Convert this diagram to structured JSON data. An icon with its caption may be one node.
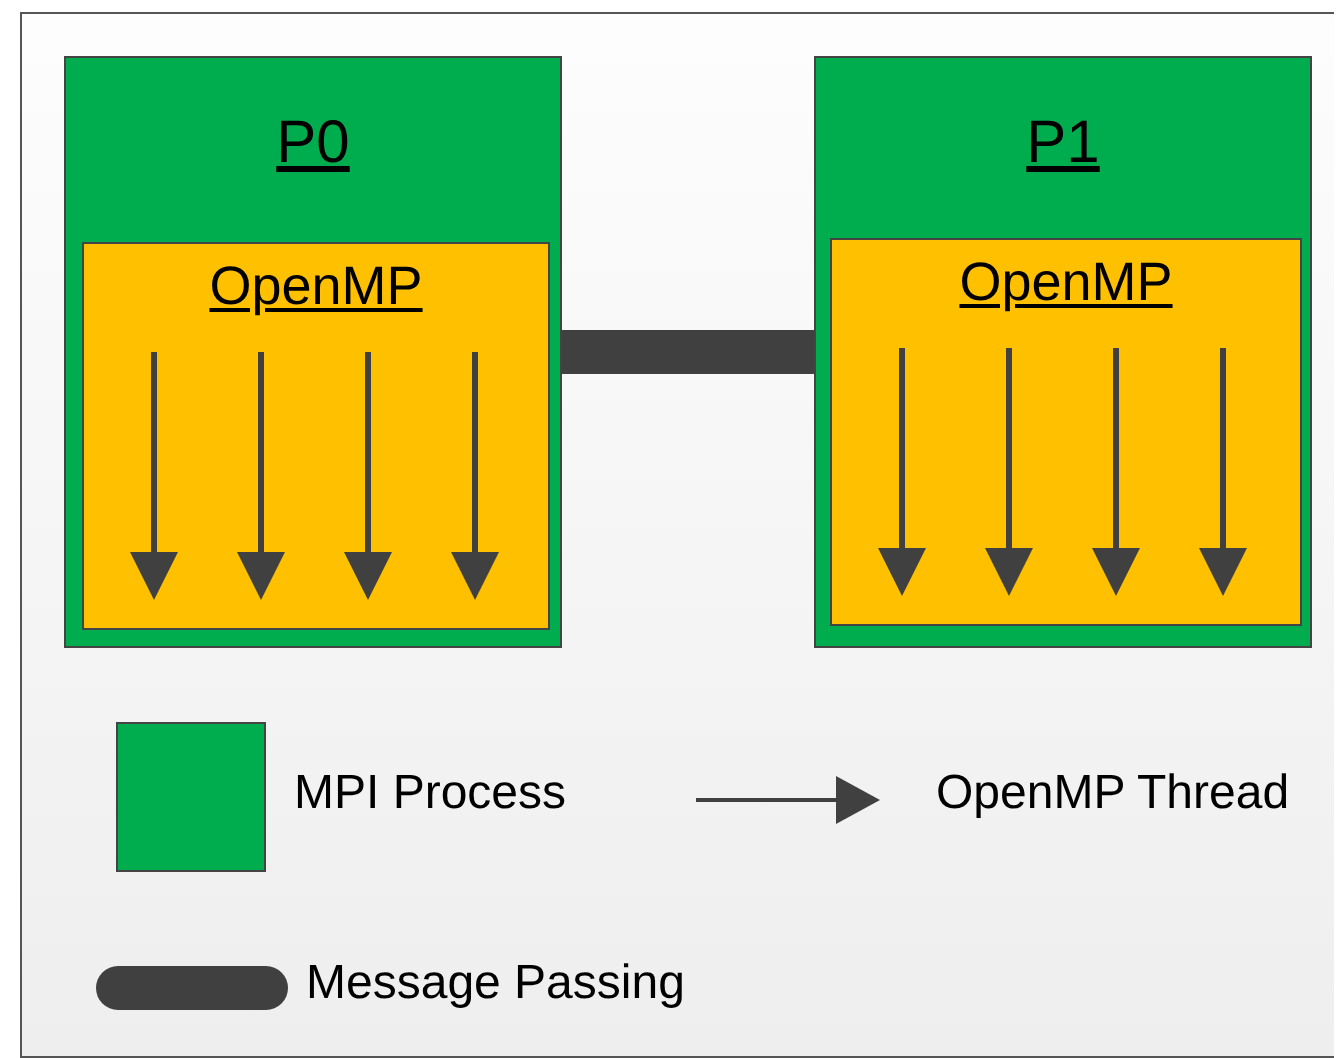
{
  "diagram": {
    "nodes": [
      {
        "text": [
          "P0"
        ]
      },
      {
        "text": [
          "OpenMP"
        ],
        "in": 0
      },
      {
        "text": [
          "P1"
        ]
      },
      {
        "text": [
          "OpenMP"
        ],
        "in": 2
      }
    ],
    "edges": [
      {
        "from": 0,
        "to": 2,
        "arrow": "none"
      }
    ],
    "legend": [
      {
        "text": "MPI Process",
        "color": "#00ad4e"
      },
      {
        "text": "OpenMP Thread"
      },
      {
        "text": "Message Passing"
      }
    ]
  }
}
